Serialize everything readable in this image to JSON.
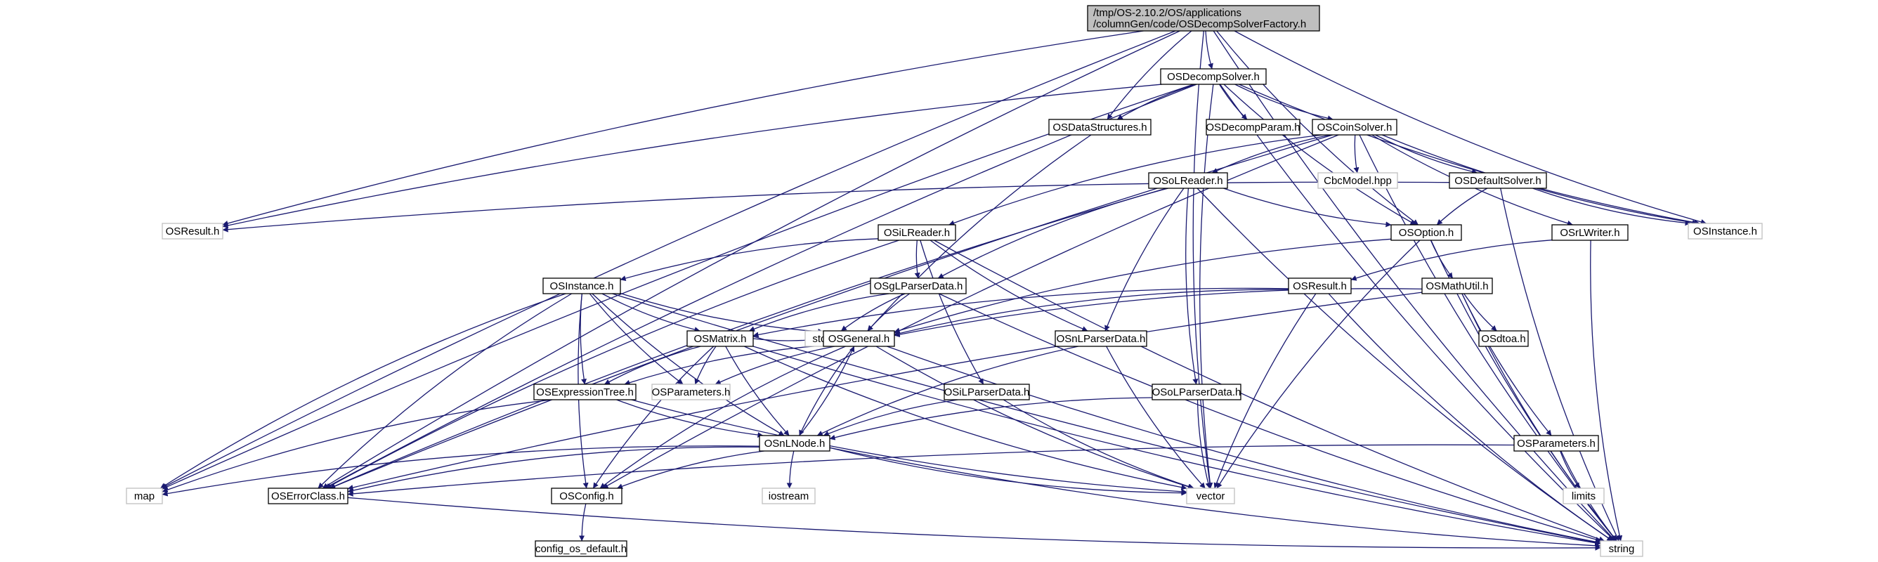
{
  "colors": {
    "edge": "#191970",
    "root_fill": "#bfbfbf",
    "root_stroke": "#000000",
    "node_fill": "#ffffff",
    "node_stroke": "#000000",
    "external_stroke": "#bfbfbf"
  },
  "nodes": [
    {
      "id": "root",
      "label": [
        "/tmp/OS-2.10.2/OS/applications",
        "/columnGen/code/OSDecompSolverFactory.h"
      ],
      "kind": "root"
    },
    {
      "id": "decompsolver",
      "label": [
        "OSDecompSolver.h"
      ],
      "kind": "doc"
    },
    {
      "id": "datastructures",
      "label": [
        "OSDataStructures.h"
      ],
      "kind": "doc"
    },
    {
      "id": "decompparam",
      "label": [
        "OSDecompParam.h"
      ],
      "kind": "doc"
    },
    {
      "id": "coinsolver",
      "label": [
        "OSCoinSolver.h"
      ],
      "kind": "doc"
    },
    {
      "id": "cbcmodel",
      "label": [
        "CbcModel.hpp"
      ],
      "kind": "ext"
    },
    {
      "id": "oslreader",
      "label": [
        "OSoLReader.h"
      ],
      "kind": "doc"
    },
    {
      "id": "defaultsolver",
      "label": [
        "OSDefaultSolver.h"
      ],
      "kind": "doc"
    },
    {
      "id": "osresult_top",
      "label": [
        "OSResult.h"
      ],
      "kind": "ext"
    },
    {
      "id": "osinstance_top",
      "label": [
        "OSInstance.h"
      ],
      "kind": "ext"
    },
    {
      "id": "osilreader",
      "label": [
        "OSiLReader.h"
      ],
      "kind": "doc"
    },
    {
      "id": "osoption",
      "label": [
        "OSOption.h"
      ],
      "kind": "doc"
    },
    {
      "id": "osrlwriter",
      "label": [
        "OSrLWriter.h"
      ],
      "kind": "doc"
    },
    {
      "id": "osinstance",
      "label": [
        "OSInstance.h"
      ],
      "kind": "doc"
    },
    {
      "id": "osglparserdata",
      "label": [
        "OSgLParserData.h"
      ],
      "kind": "doc"
    },
    {
      "id": "osresult",
      "label": [
        "OSResult.h"
      ],
      "kind": "doc"
    },
    {
      "id": "osmathutil",
      "label": [
        "OSMathUtil.h"
      ],
      "kind": "doc"
    },
    {
      "id": "osmatrix",
      "label": [
        "OSMatrix.h"
      ],
      "kind": "doc"
    },
    {
      "id": "stdio",
      "label": [
        "stdio.h"
      ],
      "kind": "ext"
    },
    {
      "id": "osgeneral",
      "label": [
        "OSGeneral.h"
      ],
      "kind": "doc"
    },
    {
      "id": "osnlparserdata",
      "label": [
        "OSnLParserData.h"
      ],
      "kind": "doc"
    },
    {
      "id": "osdtoa",
      "label": [
        "OSdtoa.h"
      ],
      "kind": "doc"
    },
    {
      "id": "osexpressiontree",
      "label": [
        "OSExpressionTree.h"
      ],
      "kind": "doc"
    },
    {
      "id": "osparameters_ext",
      "label": [
        "OSParameters.h"
      ],
      "kind": "ext"
    },
    {
      "id": "osilparserdata",
      "label": [
        "OSiLParserData.h"
      ],
      "kind": "doc"
    },
    {
      "id": "osolparserdata",
      "label": [
        "OSoLParserData.h"
      ],
      "kind": "doc"
    },
    {
      "id": "osnlnode",
      "label": [
        "OSnLNode.h"
      ],
      "kind": "doc"
    },
    {
      "id": "osparameters",
      "label": [
        "OSParameters.h"
      ],
      "kind": "doc"
    },
    {
      "id": "map",
      "label": [
        "map"
      ],
      "kind": "ext"
    },
    {
      "id": "oserrorclass",
      "label": [
        "OSErrorClass.h"
      ],
      "kind": "doc"
    },
    {
      "id": "osconfig",
      "label": [
        "OSConfig.h"
      ],
      "kind": "doc"
    },
    {
      "id": "iostream",
      "label": [
        "iostream"
      ],
      "kind": "ext"
    },
    {
      "id": "vector",
      "label": [
        "vector"
      ],
      "kind": "ext"
    },
    {
      "id": "limits",
      "label": [
        "limits"
      ],
      "kind": "ext"
    },
    {
      "id": "config_os_default",
      "label": [
        "config_os_default.h"
      ],
      "kind": "doc"
    },
    {
      "id": "string",
      "label": [
        "string"
      ],
      "kind": "ext"
    }
  ],
  "edges": [
    [
      "root",
      "decompsolver"
    ],
    [
      "root",
      "datastructures"
    ],
    [
      "root",
      "osoption"
    ],
    [
      "root",
      "osinstance_top"
    ],
    [
      "root",
      "osresult_top"
    ],
    [
      "root",
      "map"
    ],
    [
      "root",
      "oserrorclass"
    ],
    [
      "root",
      "vector"
    ],
    [
      "root",
      "string"
    ],
    [
      "decompsolver",
      "datastructures"
    ],
    [
      "decompsolver",
      "decompparam"
    ],
    [
      "decompsolver",
      "coinsolver"
    ],
    [
      "decompsolver",
      "osoption"
    ],
    [
      "decompsolver",
      "osinstance_top"
    ],
    [
      "decompsolver",
      "osresult_top"
    ],
    [
      "decompsolver",
      "map"
    ],
    [
      "decompsolver",
      "oserrorclass"
    ],
    [
      "decompsolver",
      "vector"
    ],
    [
      "decompsolver",
      "string"
    ],
    [
      "datastructures",
      "osgeneral"
    ],
    [
      "coinsolver",
      "cbcmodel"
    ],
    [
      "coinsolver",
      "oslreader"
    ],
    [
      "coinsolver",
      "defaultsolver"
    ],
    [
      "coinsolver",
      "osilreader"
    ],
    [
      "coinsolver",
      "osrlwriter"
    ],
    [
      "coinsolver",
      "osinstance_top"
    ],
    [
      "coinsolver",
      "oserrorclass"
    ],
    [
      "coinsolver",
      "osconfig"
    ],
    [
      "coinsolver",
      "string"
    ],
    [
      "oslreader",
      "osoption"
    ],
    [
      "oslreader",
      "osglparserdata"
    ],
    [
      "oslreader",
      "osnlparserdata"
    ],
    [
      "oslreader",
      "osolparserdata"
    ],
    [
      "oslreader",
      "oserrorclass"
    ],
    [
      "oslreader",
      "string"
    ],
    [
      "defaultsolver",
      "osoption"
    ],
    [
      "defaultsolver",
      "osresult_top"
    ],
    [
      "defaultsolver",
      "osinstance_top"
    ],
    [
      "defaultsolver",
      "string"
    ],
    [
      "osilreader",
      "osinstance"
    ],
    [
      "osilreader",
      "osglparserdata"
    ],
    [
      "osilreader",
      "osnlparserdata"
    ],
    [
      "osilreader",
      "osilparserdata"
    ],
    [
      "osilreader",
      "oserrorclass"
    ],
    [
      "osilreader",
      "string"
    ],
    [
      "osoption",
      "osmathutil"
    ],
    [
      "osoption",
      "osgeneral"
    ],
    [
      "osoption",
      "vector"
    ],
    [
      "osoption",
      "string"
    ],
    [
      "osrlwriter",
      "osresult"
    ],
    [
      "osrlwriter",
      "string"
    ],
    [
      "osinstance",
      "osgeneral"
    ],
    [
      "osinstance",
      "osmatrix"
    ],
    [
      "osinstance",
      "osexpressiontree"
    ],
    [
      "osinstance",
      "osparameters_ext"
    ],
    [
      "osinstance",
      "osnlnode"
    ],
    [
      "osinstance",
      "osconfig"
    ],
    [
      "osinstance",
      "map"
    ],
    [
      "osinstance",
      "string"
    ],
    [
      "osinstance",
      "oserrorclass"
    ],
    [
      "osglparserdata",
      "osgeneral"
    ],
    [
      "osglparserdata",
      "osmatrix"
    ],
    [
      "osglparserdata",
      "stdio"
    ],
    [
      "osglparserdata",
      "string"
    ],
    [
      "osresult",
      "osgeneral"
    ],
    [
      "osresult",
      "osmatrix"
    ],
    [
      "osresult",
      "vector"
    ],
    [
      "osresult",
      "string"
    ],
    [
      "osmathutil",
      "osgeneral"
    ],
    [
      "osmathutil",
      "osdtoa"
    ],
    [
      "osmathutil",
      "osparameters"
    ],
    [
      "osmathutil",
      "oserrorclass"
    ],
    [
      "osmathutil",
      "string"
    ],
    [
      "osmatrix",
      "osgeneral"
    ],
    [
      "osmatrix",
      "osexpressiontree"
    ],
    [
      "osmatrix",
      "osparameters_ext"
    ],
    [
      "osmatrix",
      "osnlnode"
    ],
    [
      "osmatrix",
      "osconfig"
    ],
    [
      "osmatrix",
      "vector"
    ],
    [
      "osmatrix",
      "string"
    ],
    [
      "osgeneral",
      "osnlnode"
    ],
    [
      "osgeneral",
      "osparameters_ext"
    ],
    [
      "osgeneral",
      "osexpressiontree"
    ],
    [
      "osgeneral",
      "osconfig"
    ],
    [
      "osgeneral",
      "vector"
    ],
    [
      "osgeneral",
      "string"
    ],
    [
      "osnlparserdata",
      "osnlnode"
    ],
    [
      "osnlparserdata",
      "vector"
    ],
    [
      "osexpressiontree",
      "osnlnode"
    ],
    [
      "osexpressiontree",
      "map"
    ],
    [
      "osexpressiontree",
      "vector"
    ],
    [
      "osilparserdata",
      "osnlnode"
    ],
    [
      "osilparserdata",
      "vector"
    ],
    [
      "osolparserdata",
      "osnlnode"
    ],
    [
      "osolparserdata",
      "vector"
    ],
    [
      "osnlnode",
      "osgeneral"
    ],
    [
      "osnlnode",
      "oserrorclass"
    ],
    [
      "osnlnode",
      "osconfig"
    ],
    [
      "osnlnode",
      "map"
    ],
    [
      "osnlnode",
      "iostream"
    ],
    [
      "osnlnode",
      "vector"
    ],
    [
      "osnlnode",
      "string"
    ],
    [
      "osparameters",
      "oserrorclass"
    ],
    [
      "osparameters",
      "limits"
    ],
    [
      "osparameters",
      "string"
    ],
    [
      "oserrorclass",
      "string"
    ],
    [
      "osconfig",
      "config_os_default"
    ]
  ]
}
